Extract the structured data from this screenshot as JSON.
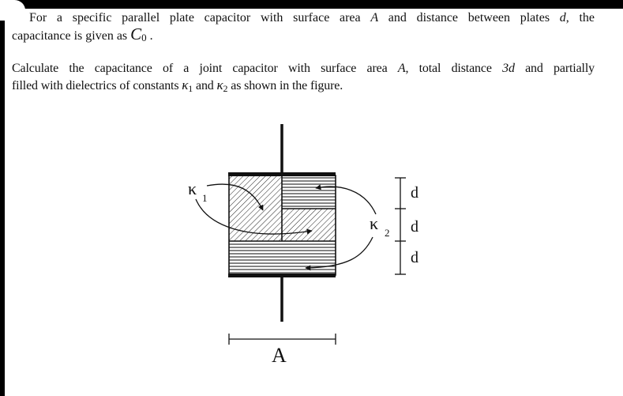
{
  "question": {
    "paragraph1": {
      "line1": {
        "prefix": "For a specific parallel plate capacitor with surface area ",
        "var_A": "A",
        "middle": " and distance between plates ",
        "var_d": "d",
        "suffix": ", the"
      },
      "line2": {
        "prefix": "capacitance is given as ",
        "symbol": "C",
        "subscript": "0",
        "suffix": " ."
      }
    },
    "paragraph2": {
      "line1": {
        "prefix": "Calculate the capacitance of a joint capacitor with surface area ",
        "var_A": "A",
        "middle": ", total distance ",
        "var_3d": "3d",
        "suffix": " and partially"
      },
      "line2": {
        "prefix": "filled with dielectrics of constants ",
        "kappa1_symbol": "κ",
        "kappa1_sub": "1",
        "and": " and ",
        "kappa2_symbol": "κ",
        "kappa2_sub": "2",
        "suffix": " as shown in the figure."
      }
    }
  },
  "figure": {
    "label_k1": {
      "symbol": "κ",
      "sub": "1"
    },
    "label_k2": {
      "symbol": "κ",
      "sub": "2"
    },
    "dimension_labels": [
      "d",
      "d",
      "d"
    ],
    "width_label": "A",
    "colors": {
      "ink": "#111111",
      "background": "#ffffff",
      "frame": "#000000"
    }
  }
}
